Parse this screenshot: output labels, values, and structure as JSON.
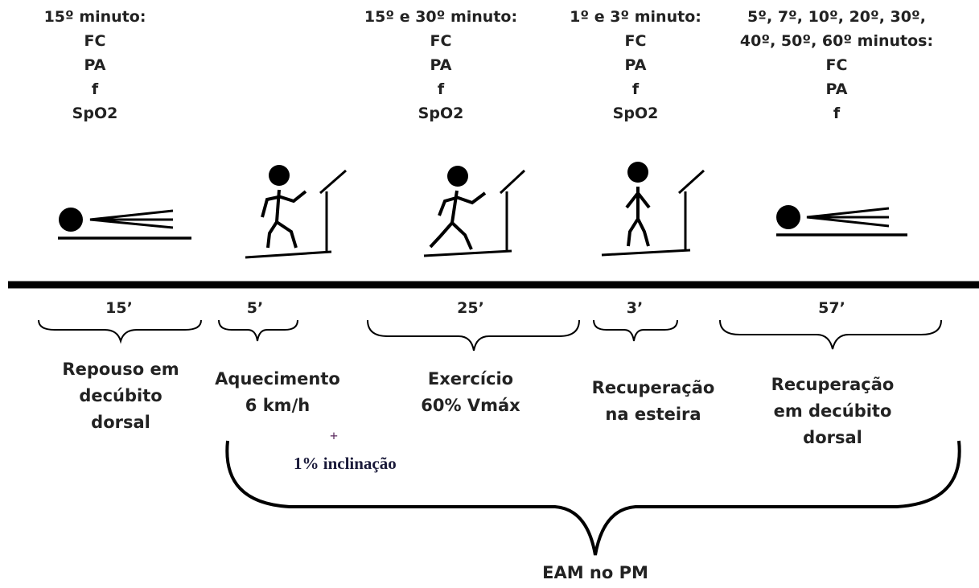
{
  "measurements": [
    {
      "heading": "15º minuto:",
      "items": [
        "FC",
        "PA",
        "f",
        "SpO2"
      ]
    },
    {
      "heading": "15º e 30º minuto:",
      "items": [
        "FC",
        "PA",
        "f",
        "SpO2"
      ]
    },
    {
      "heading": "1º e 3º minuto:",
      "items": [
        "FC",
        "PA",
        "f",
        "SpO2"
      ]
    },
    {
      "heading_line1": "5º, 7º, 10º, 20º, 30º,",
      "heading_line2": "40º, 50º, 60º minutos:",
      "items": [
        "FC",
        "PA",
        "f"
      ]
    }
  ],
  "durations": [
    "15’",
    "5’",
    "25’",
    "3’",
    "57’"
  ],
  "phases": [
    {
      "lines": [
        "Repouso em",
        "decúbito",
        "dorsal"
      ]
    },
    {
      "lines": [
        "Aquecimento",
        "6 km/h"
      ]
    },
    {
      "lines": [
        "Exercício",
        "60% Vmáx"
      ]
    },
    {
      "lines": [
        "Recuperação",
        "na esteira"
      ]
    },
    {
      "lines": [
        "Recuperação",
        "em decúbito",
        "dorsal"
      ]
    }
  ],
  "warmup_extra": {
    "plus": "+",
    "incline": "1% inclinação"
  },
  "bottom_label": "EAM no PM",
  "figures": [
    "lying-figure-icon",
    "walking-treadmill-icon",
    "running-treadmill-icon",
    "standing-treadmill-icon",
    "lying-figure-icon"
  ]
}
